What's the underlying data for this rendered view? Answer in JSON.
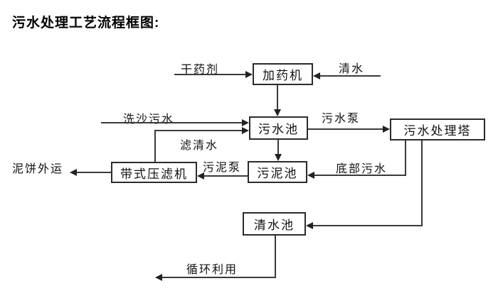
{
  "page": {
    "title": "污水处理工艺流程框图:",
    "background": "#ffffff",
    "line_color": "#2b2b2b",
    "text_color": "#111111"
  },
  "flowchart": {
    "nodes": {
      "dosing_machine": "加药机",
      "sewage_pool": "污水池",
      "treatment_tower": "污水处理塔",
      "sludge_pool": "污泥池",
      "belt_filter_press": "带式压滤机",
      "clean_water_pool": "清水池"
    },
    "edge_labels": {
      "dry_agent": "干药剂",
      "clean_water": "清水",
      "sand_wash_sewage": "洗沙污水",
      "filtered_clean_water": "滤清水",
      "sewage_pump": "污水泵",
      "bottom_sewage": "底部污水",
      "sludge_pump": "污泥泵",
      "mud_cake_transport": "泥饼外运",
      "recycling": "循环利用"
    },
    "edges": [
      {
        "from": "干药剂(外部)",
        "to": "加药机",
        "label": "干药剂"
      },
      {
        "from": "清水(外部)",
        "to": "加药机",
        "label": "清水"
      },
      {
        "from": "加药机",
        "to": "污水池",
        "label": ""
      },
      {
        "from": "洗沙污水(外部)",
        "to": "污水池",
        "label": "洗沙污水"
      },
      {
        "from": "带式压滤机",
        "to": "污水池",
        "label": "滤清水"
      },
      {
        "from": "污水池",
        "to": "污水处理塔",
        "label": "污水泵"
      },
      {
        "from": "污水池",
        "to": "污泥池",
        "label": ""
      },
      {
        "from": "污水处理塔",
        "to": "污泥池",
        "label": "底部污水"
      },
      {
        "from": "污泥池",
        "to": "带式压滤机",
        "label": "污泥泵"
      },
      {
        "from": "带式压滤机",
        "to": "泥饼外运",
        "label": "泥饼外运"
      },
      {
        "from": "污水处理塔",
        "to": "清水池",
        "label": ""
      },
      {
        "from": "清水池",
        "to": "循环利用",
        "label": "循环利用"
      }
    ]
  }
}
